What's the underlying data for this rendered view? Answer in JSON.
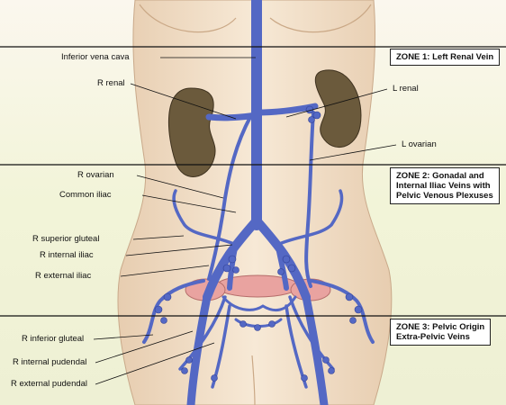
{
  "zones": {
    "zone1": {
      "line1": "ZONE 1: Left Renal Vein"
    },
    "zone2": {
      "line1": "ZONE 2: Gonadal and",
      "line2": "Internal Iliac Veins with",
      "line3": "Pelvic Venous Plexuses"
    },
    "zone3": {
      "line1": "ZONE 3: Pelvic Origin",
      "line2": "Extra-Pelvic Veins"
    }
  },
  "labels": {
    "ivc": "Inferior vena cava",
    "r_renal": "R renal",
    "l_renal": "L renal",
    "l_ovarian": "L ovarian",
    "r_ovarian": "R ovarian",
    "common_iliac": "Common iliac",
    "r_sup_gluteal": "R superior gluteal",
    "r_int_iliac": "R internal iliac",
    "r_ext_iliac": "R external iliac",
    "r_inf_gluteal": "R inferior gluteal",
    "r_int_pudendal": "R internal pudendal",
    "r_ext_pudendal": "R external pudendal"
  },
  "colors": {
    "vein": "#5468c4",
    "vein_dark": "#2f3f94",
    "kidney": "#6b5a3c",
    "skin": "#f3e4cf",
    "zone_line": "#111111",
    "uterus": "#e9a3a0"
  }
}
